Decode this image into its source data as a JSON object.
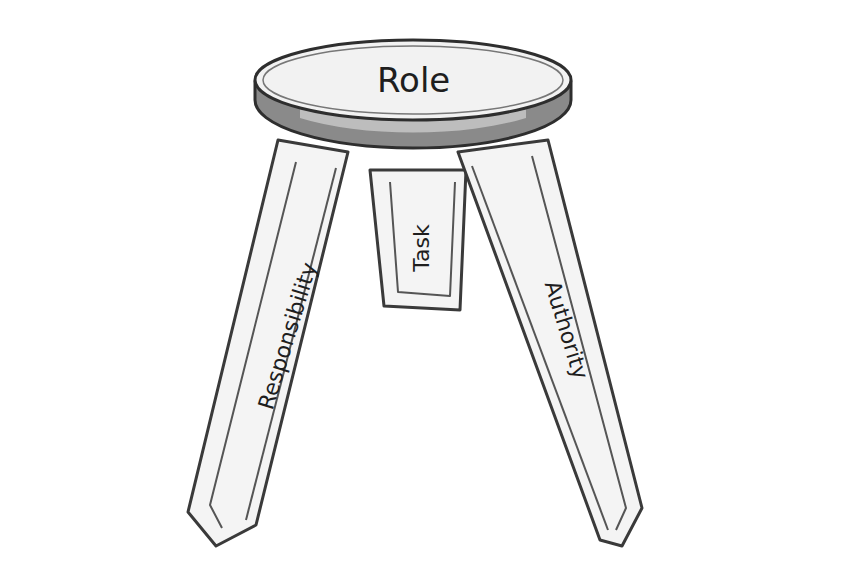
{
  "diagram": {
    "nodes": [
      {
        "text": [
          "Role"
        ]
      },
      {
        "text": [
          "Responsibility"
        ]
      },
      {
        "text": [
          "Task"
        ]
      },
      {
        "text": [
          "Authority"
        ]
      }
    ]
  }
}
